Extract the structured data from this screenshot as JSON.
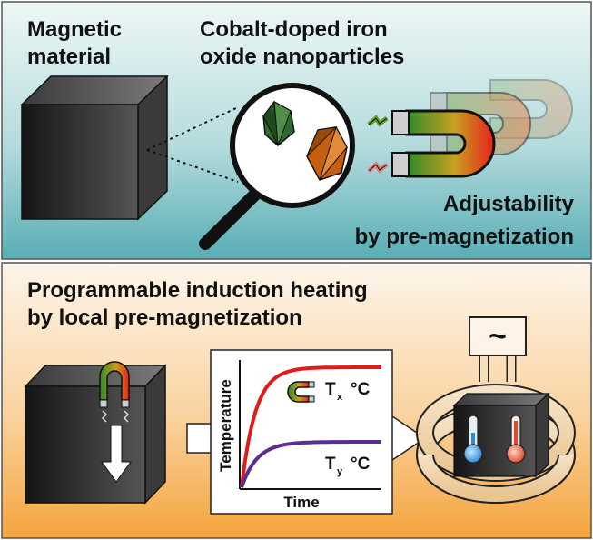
{
  "top_panel": {
    "title_line1": "Magnetic",
    "title_line2": "material",
    "np_line1": "Cobalt-doped iron",
    "np_line2": "oxide nanoparticles",
    "adj_line1": "Adjustability",
    "adj_line2": "by pre-magnetization"
  },
  "bottom_panel": {
    "title_line1": "Programmable induction heating",
    "title_line2": "by local pre-magnetization",
    "ac_symbol": "~"
  },
  "chart_data": {
    "type": "line",
    "xlabel": "Time",
    "ylabel": "Temperature",
    "series": [
      {
        "name": "T",
        "subscript": "x",
        "unit": "°C",
        "color": "#e01b1b"
      },
      {
        "name": "T",
        "subscript": "y",
        "unit": "°C",
        "color": "#5a2d91"
      }
    ]
  },
  "colors": {
    "top_bg_top": "#e8f3f3",
    "top_bg_bottom": "#5fb2b9",
    "bottom_bg_top": "#fbf0e2",
    "bottom_bg_bottom": "#f5ad4a",
    "cube": "#2a2a2a",
    "magnet_red": "#e02020",
    "magnet_green": "#3a8a2a",
    "thermo_blue": "#2a8fd8",
    "thermo_red": "#e04a2a"
  },
  "icons": [
    "cube-icon",
    "magnifier-icon",
    "octahedron-icon",
    "horseshoe-magnet-icon",
    "arrow-icon",
    "coil-icon",
    "thermometer-icon",
    "ac-source-icon"
  ]
}
